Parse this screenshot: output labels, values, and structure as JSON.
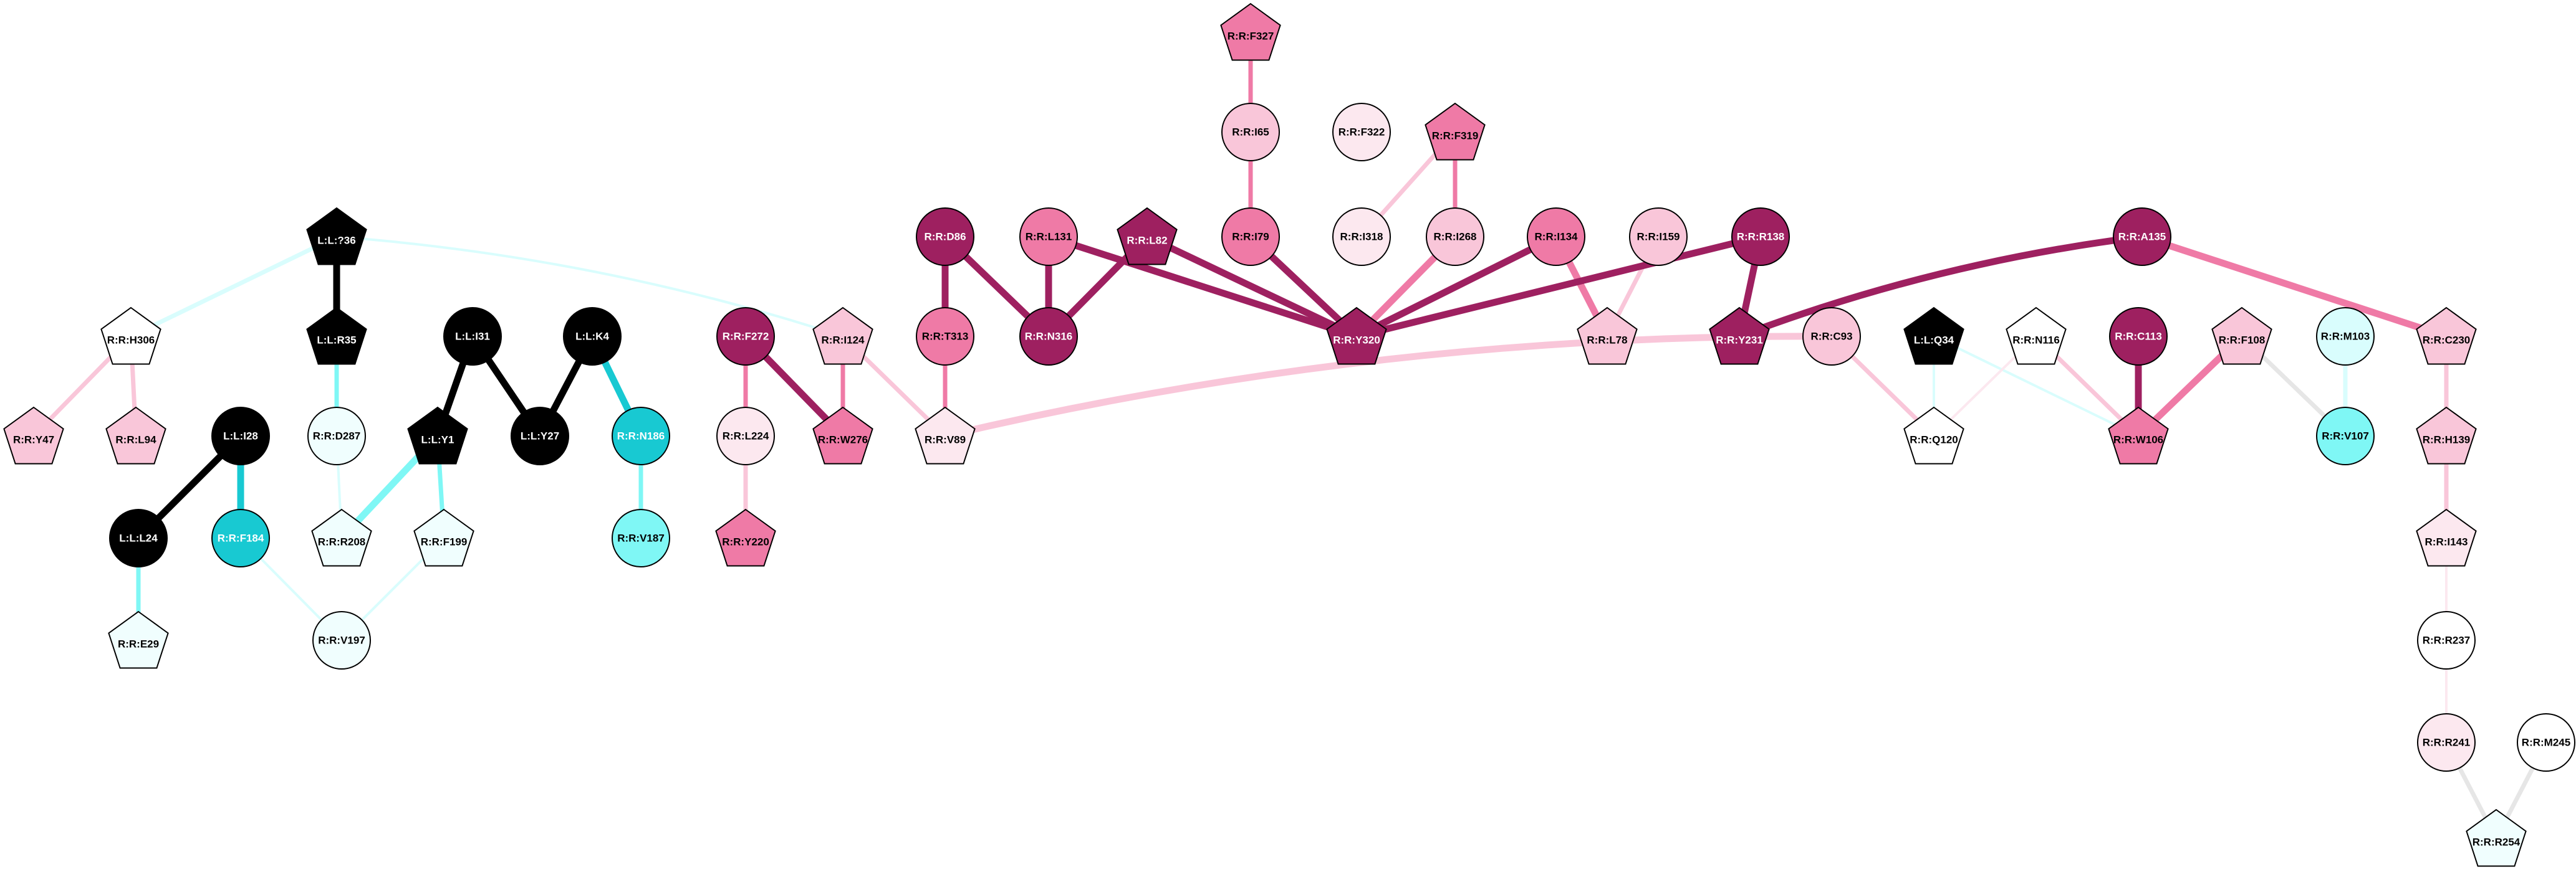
{
  "colors": {
    "black": "#000000",
    "dark-magenta": "#9e2060",
    "pink": "#ef7aa6",
    "light-pink": "#f9c6d9",
    "pale-pink": "#fce8ef",
    "white": "#ffffff",
    "cyan": "#18c9d2",
    "light-cyan": "#7ff7f5",
    "pale-cyan": "#d9fdfd",
    "faint-cyan": "#f0fefe",
    "light-grey": "#e6e6e6"
  },
  "nodes": [
    {
      "id": "R:R:F327",
      "shape": "pentagon",
      "fill": "pink"
    },
    {
      "id": "R:R:I65",
      "shape": "circle",
      "fill": "light-pink"
    },
    {
      "id": "R:R:F322",
      "shape": "circle",
      "fill": "pale-pink"
    },
    {
      "id": "R:R:F319",
      "shape": "pentagon",
      "fill": "pink"
    },
    {
      "id": "L:L:?36",
      "shape": "pentagon",
      "fill": "black"
    },
    {
      "id": "R:R:D86",
      "shape": "circle",
      "fill": "dark-magenta"
    },
    {
      "id": "R:R:L131",
      "shape": "circle",
      "fill": "pink"
    },
    {
      "id": "R:R:L82",
      "shape": "pentagon",
      "fill": "dark-magenta"
    },
    {
      "id": "R:R:I79",
      "shape": "circle",
      "fill": "pink"
    },
    {
      "id": "R:R:I318",
      "shape": "circle",
      "fill": "pale-pink"
    },
    {
      "id": "R:R:I268",
      "shape": "circle",
      "fill": "light-pink"
    },
    {
      "id": "R:R:I134",
      "shape": "circle",
      "fill": "pink"
    },
    {
      "id": "R:R:I159",
      "shape": "circle",
      "fill": "light-pink"
    },
    {
      "id": "R:R:R138",
      "shape": "circle",
      "fill": "dark-magenta"
    },
    {
      "id": "R:R:A135",
      "shape": "circle",
      "fill": "dark-magenta"
    },
    {
      "id": "R:R:H306",
      "shape": "pentagon",
      "fill": "white"
    },
    {
      "id": "L:L:R35",
      "shape": "pentagon",
      "fill": "black"
    },
    {
      "id": "L:L:I31",
      "shape": "circle",
      "fill": "black"
    },
    {
      "id": "L:L:K4",
      "shape": "circle",
      "fill": "black"
    },
    {
      "id": "R:R:F272",
      "shape": "circle",
      "fill": "dark-magenta"
    },
    {
      "id": "R:R:I124",
      "shape": "pentagon",
      "fill": "light-pink"
    },
    {
      "id": "R:R:T313",
      "shape": "circle",
      "fill": "pink"
    },
    {
      "id": "R:R:N316",
      "shape": "circle",
      "fill": "dark-magenta"
    },
    {
      "id": "R:R:Y320",
      "shape": "pentagon",
      "fill": "dark-magenta"
    },
    {
      "id": "R:R:L78",
      "shape": "pentagon",
      "fill": "light-pink"
    },
    {
      "id": "R:R:Y231",
      "shape": "pentagon",
      "fill": "dark-magenta"
    },
    {
      "id": "R:R:C93",
      "shape": "circle",
      "fill": "light-pink"
    },
    {
      "id": "L:L:Q34",
      "shape": "pentagon",
      "fill": "black"
    },
    {
      "id": "R:R:N116",
      "shape": "pentagon",
      "fill": "white"
    },
    {
      "id": "R:R:C113",
      "shape": "circle",
      "fill": "dark-magenta"
    },
    {
      "id": "R:R:F108",
      "shape": "pentagon",
      "fill": "light-pink"
    },
    {
      "id": "R:R:M103",
      "shape": "circle",
      "fill": "pale-cyan"
    },
    {
      "id": "R:R:C230",
      "shape": "pentagon",
      "fill": "light-pink"
    },
    {
      "id": "R:R:Y47",
      "shape": "pentagon",
      "fill": "light-pink"
    },
    {
      "id": "R:R:L94",
      "shape": "pentagon",
      "fill": "light-pink"
    },
    {
      "id": "L:L:I28",
      "shape": "circle",
      "fill": "black"
    },
    {
      "id": "R:R:D287",
      "shape": "circle",
      "fill": "faint-cyan"
    },
    {
      "id": "L:L:Y1",
      "shape": "pentagon",
      "fill": "black"
    },
    {
      "id": "L:L:Y27",
      "shape": "circle",
      "fill": "black"
    },
    {
      "id": "R:R:N186",
      "shape": "circle",
      "fill": "cyan"
    },
    {
      "id": "R:R:L224",
      "shape": "circle",
      "fill": "pale-pink"
    },
    {
      "id": "R:R:W276",
      "shape": "pentagon",
      "fill": "pink"
    },
    {
      "id": "R:R:V89",
      "shape": "pentagon",
      "fill": "pale-pink"
    },
    {
      "id": "R:R:Q120",
      "shape": "pentagon",
      "fill": "white"
    },
    {
      "id": "R:R:W106",
      "shape": "pentagon",
      "fill": "pink"
    },
    {
      "id": "R:R:V107",
      "shape": "circle",
      "fill": "light-cyan"
    },
    {
      "id": "R:R:H139",
      "shape": "pentagon",
      "fill": "light-pink"
    },
    {
      "id": "L:L:L24",
      "shape": "circle",
      "fill": "black"
    },
    {
      "id": "R:R:F184",
      "shape": "circle",
      "fill": "cyan"
    },
    {
      "id": "R:R:R208",
      "shape": "pentagon",
      "fill": "faint-cyan"
    },
    {
      "id": "R:R:F199",
      "shape": "pentagon",
      "fill": "faint-cyan"
    },
    {
      "id": "R:R:V187",
      "shape": "circle",
      "fill": "light-cyan"
    },
    {
      "id": "R:R:Y220",
      "shape": "pentagon",
      "fill": "pink"
    },
    {
      "id": "R:R:I143",
      "shape": "pentagon",
      "fill": "pale-pink"
    },
    {
      "id": "R:R:E29",
      "shape": "pentagon",
      "fill": "faint-cyan"
    },
    {
      "id": "R:R:V197",
      "shape": "circle",
      "fill": "faint-cyan"
    },
    {
      "id": "R:R:R237",
      "shape": "circle",
      "fill": "white"
    },
    {
      "id": "R:R:R241",
      "shape": "circle",
      "fill": "pale-pink"
    },
    {
      "id": "R:R:M245",
      "shape": "circle",
      "fill": "white"
    },
    {
      "id": "R:R:R254",
      "shape": "pentagon",
      "fill": "faint-cyan"
    }
  ],
  "edges": [
    {
      "source": "R:R:F327",
      "target": "R:R:I65",
      "color": "pink",
      "weight": "medium"
    },
    {
      "source": "R:R:I65",
      "target": "R:R:I79",
      "color": "pink",
      "weight": "medium"
    },
    {
      "source": "R:R:F319",
      "target": "R:R:I318",
      "color": "light-pink",
      "weight": "medium"
    },
    {
      "source": "R:R:F319",
      "target": "R:R:I268",
      "color": "pink",
      "weight": "medium"
    },
    {
      "source": "R:R:D86",
      "target": "R:R:T313",
      "color": "dark-magenta",
      "weight": "thick"
    },
    {
      "source": "R:R:D86",
      "target": "R:R:N316",
      "color": "dark-magenta",
      "weight": "thick"
    },
    {
      "source": "R:R:L131",
      "target": "R:R:N316",
      "color": "dark-magenta",
      "weight": "thick"
    },
    {
      "source": "R:R:L131",
      "target": "R:R:Y320",
      "color": "dark-magenta",
      "weight": "thick"
    },
    {
      "source": "R:R:L82",
      "target": "R:R:N316",
      "color": "dark-magenta",
      "weight": "thick"
    },
    {
      "source": "R:R:L82",
      "target": "R:R:Y320",
      "color": "dark-magenta",
      "weight": "thick"
    },
    {
      "source": "R:R:I79",
      "target": "R:R:Y320",
      "color": "dark-magenta",
      "weight": "thick"
    },
    {
      "source": "R:R:I268",
      "target": "R:R:Y320",
      "color": "pink",
      "weight": "thick"
    },
    {
      "source": "R:R:I134",
      "target": "R:R:Y320",
      "color": "dark-magenta",
      "weight": "thick"
    },
    {
      "source": "R:R:I134",
      "target": "R:R:L78",
      "color": "pink",
      "weight": "thick"
    },
    {
      "source": "R:R:I159",
      "target": "R:R:L78",
      "color": "light-pink",
      "weight": "medium"
    },
    {
      "source": "R:R:R138",
      "target": "R:R:Y320",
      "color": "dark-magenta",
      "weight": "thick"
    },
    {
      "source": "R:R:R138",
      "target": "R:R:Y231",
      "color": "dark-magenta",
      "weight": "thick"
    },
    {
      "source": "R:R:A135",
      "target": "R:R:Y231",
      "color": "dark-magenta",
      "weight": "thick",
      "curve": "arc"
    },
    {
      "source": "R:R:A135",
      "target": "R:R:C230",
      "color": "pink",
      "weight": "thick"
    },
    {
      "source": "L:L:?36",
      "target": "R:R:H306",
      "color": "pale-cyan",
      "weight": "medium"
    },
    {
      "source": "L:L:?36",
      "target": "L:L:R35",
      "color": "black",
      "weight": "thick"
    },
    {
      "source": "L:L:?36",
      "target": "R:R:I124",
      "color": "pale-cyan",
      "weight": "thin",
      "curve": "arc"
    },
    {
      "source": "R:R:H306",
      "target": "R:R:Y47",
      "color": "light-pink",
      "weight": "medium"
    },
    {
      "source": "R:R:H306",
      "target": "R:R:L94",
      "color": "light-pink",
      "weight": "medium"
    },
    {
      "source": "L:L:R35",
      "target": "R:R:D287",
      "color": "light-cyan",
      "weight": "medium"
    },
    {
      "source": "L:L:I31",
      "target": "L:L:Y1",
      "color": "black",
      "weight": "thick"
    },
    {
      "source": "L:L:I31",
      "target": "L:L:Y27",
      "color": "black",
      "weight": "thick"
    },
    {
      "source": "L:L:K4",
      "target": "L:L:Y27",
      "color": "black",
      "weight": "thick"
    },
    {
      "source": "L:L:K4",
      "target": "R:R:N186",
      "color": "cyan",
      "weight": "thick"
    },
    {
      "source": "R:R:N186",
      "target": "R:R:V187",
      "color": "light-cyan",
      "weight": "medium"
    },
    {
      "source": "L:L:I28",
      "target": "L:L:L24",
      "color": "black",
      "weight": "thick"
    },
    {
      "source": "L:L:I28",
      "target": "R:R:F184",
      "color": "cyan",
      "weight": "thick"
    },
    {
      "source": "L:L:L24",
      "target": "R:R:E29",
      "color": "light-cyan",
      "weight": "medium"
    },
    {
      "source": "R:R:F184",
      "target": "R:R:V197",
      "color": "pale-cyan",
      "weight": "thin"
    },
    {
      "source": "R:R:D287",
      "target": "R:R:R208",
      "color": "pale-cyan",
      "weight": "thin"
    },
    {
      "source": "L:L:Y1",
      "target": "R:R:R208",
      "color": "light-cyan",
      "weight": "thick"
    },
    {
      "source": "L:L:Y1",
      "target": "R:R:F199",
      "color": "light-cyan",
      "weight": "medium"
    },
    {
      "source": "R:R:F199",
      "target": "R:R:V197",
      "color": "pale-cyan",
      "weight": "thin"
    },
    {
      "source": "R:R:F272",
      "target": "R:R:L224",
      "color": "pink",
      "weight": "medium"
    },
    {
      "source": "R:R:F272",
      "target": "R:R:W276",
      "color": "dark-magenta",
      "weight": "thick"
    },
    {
      "source": "R:R:I124",
      "target": "R:R:W276",
      "color": "pink",
      "weight": "medium"
    },
    {
      "source": "R:R:I124",
      "target": "R:R:V89",
      "color": "light-pink",
      "weight": "medium"
    },
    {
      "source": "R:R:L224",
      "target": "R:R:Y220",
      "color": "light-pink",
      "weight": "medium"
    },
    {
      "source": "R:R:T313",
      "target": "R:R:V89",
      "color": "pink",
      "weight": "medium"
    },
    {
      "source": "R:R:C93",
      "target": "R:R:V89",
      "color": "light-pink",
      "weight": "thick",
      "curve": "arc"
    },
    {
      "source": "R:R:C93",
      "target": "R:R:Q120",
      "color": "light-pink",
      "weight": "medium"
    },
    {
      "source": "L:L:Q34",
      "target": "R:R:Q120",
      "color": "pale-cyan",
      "weight": "thin"
    },
    {
      "source": "L:L:Q34",
      "target": "R:R:W106",
      "color": "pale-cyan",
      "weight": "thin"
    },
    {
      "source": "R:R:N116",
      "target": "R:R:Q120",
      "color": "pale-pink",
      "weight": "thin"
    },
    {
      "source": "R:R:N116",
      "target": "R:R:W106",
      "color": "light-pink",
      "weight": "medium"
    },
    {
      "source": "R:R:C113",
      "target": "R:R:W106",
      "color": "dark-magenta",
      "weight": "thick"
    },
    {
      "source": "R:R:F108",
      "target": "R:R:W106",
      "color": "pink",
      "weight": "thick"
    },
    {
      "source": "R:R:F108",
      "target": "R:R:V107",
      "color": "light-grey",
      "weight": "medium"
    },
    {
      "source": "R:R:M103",
      "target": "R:R:V107",
      "color": "pale-cyan",
      "weight": "medium"
    },
    {
      "source": "R:R:C230",
      "target": "R:R:H139",
      "color": "light-pink",
      "weight": "medium"
    },
    {
      "source": "R:R:H139",
      "target": "R:R:I143",
      "color": "light-pink",
      "weight": "medium"
    },
    {
      "source": "R:R:I143",
      "target": "R:R:R237",
      "color": "pale-pink",
      "weight": "thin"
    },
    {
      "source": "R:R:R237",
      "target": "R:R:R241",
      "color": "pale-pink",
      "weight": "thin"
    },
    {
      "source": "R:R:R241",
      "target": "R:R:R254",
      "color": "light-grey",
      "weight": "medium"
    },
    {
      "source": "R:R:M245",
      "target": "R:R:R254",
      "color": "light-grey",
      "weight": "medium"
    }
  ]
}
